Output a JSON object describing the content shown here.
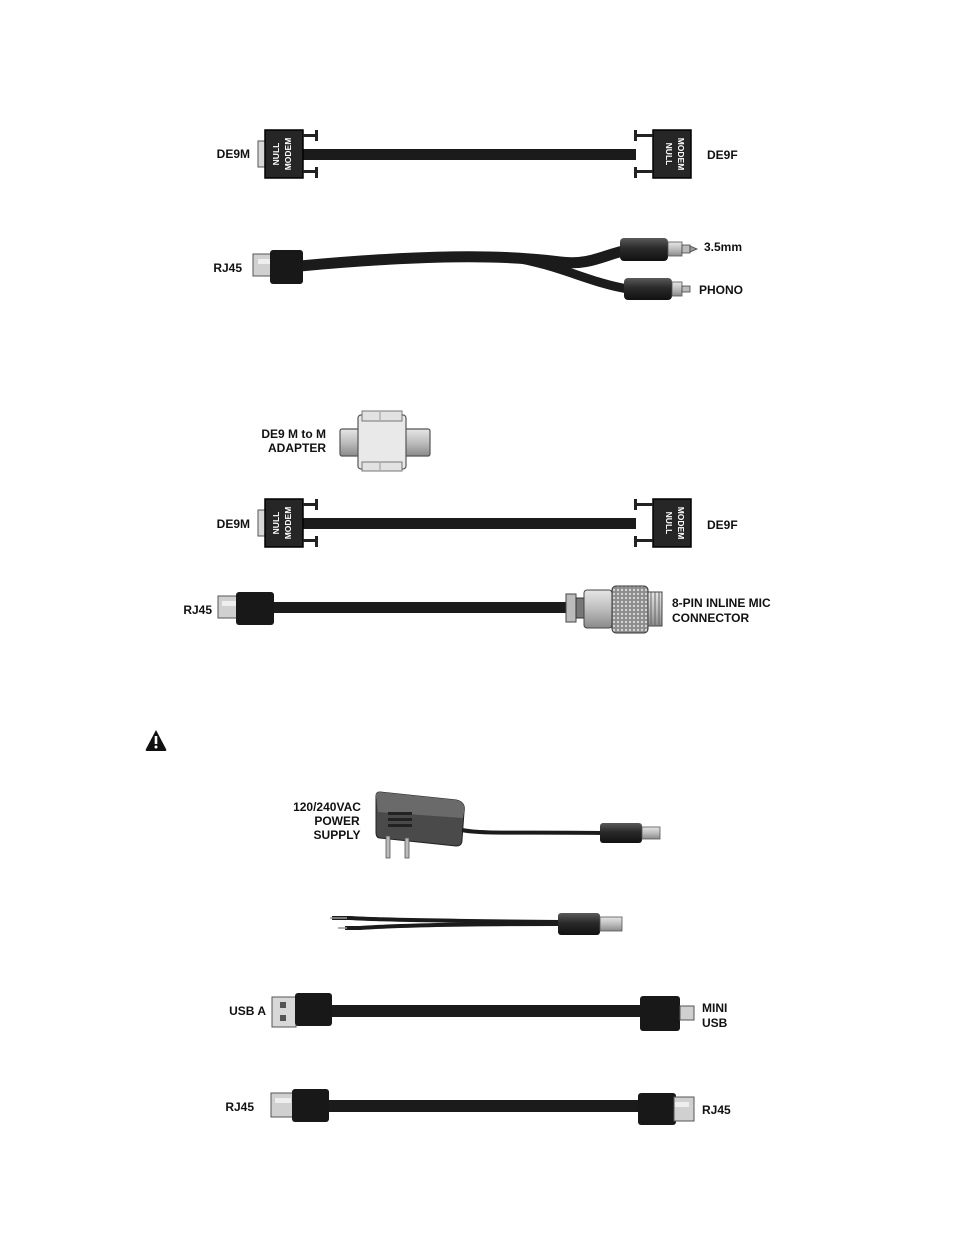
{
  "cable1": {
    "left_label": "DE9M",
    "right_label": "DE9F",
    "conn_line1": "NULL",
    "conn_line2": "MODEM"
  },
  "cable2": {
    "left_label": "RJ45",
    "branch_top_label": "3.5mm",
    "branch_bottom_label": "PHONO"
  },
  "adapter": {
    "label_line1": "DE9 M to M",
    "label_line2": "ADAPTER"
  },
  "cable3": {
    "left_label": "DE9M",
    "right_label": "DE9F",
    "conn_line1": "NULL",
    "conn_line2": "MODEM"
  },
  "cable4": {
    "left_label": "RJ45",
    "right_label_line1": "8-PIN INLINE MIC",
    "right_label_line2": "CONNECTOR"
  },
  "warning_icon": "warning-triangle-icon",
  "power_supply": {
    "label_line1": "120/240VAC",
    "label_line2": "POWER",
    "label_line3": "SUPPLY"
  },
  "usb_cable": {
    "left_label": "USB A",
    "right_label_line1": "MINI",
    "right_label_line2": "USB"
  },
  "rj45_cable": {
    "left_label": "RJ45",
    "right_label": "RJ45"
  }
}
